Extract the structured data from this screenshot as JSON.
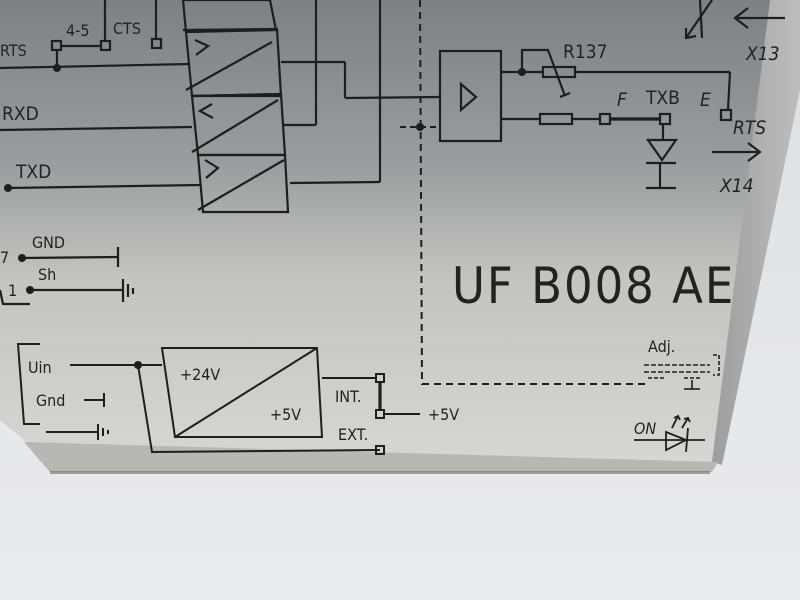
{
  "scene": {
    "description": "Photograph of an industrial interface module front label with printed schematic",
    "colors": {
      "panel_dark": "#8d8f91",
      "panel_light": "#d4d4d2",
      "ink": "#1e1e1e",
      "background": "#e4e5e7"
    }
  },
  "label": {
    "model": "UF B008 AE",
    "signals": {
      "rts_left": "RTS",
      "jumper": "4-5",
      "cts": "CTS",
      "rxd": "RXD",
      "txd": "TXD",
      "gnd": "GND",
      "sh": "Sh",
      "pin7": "7",
      "pin1": "1"
    },
    "right_section": {
      "resistor": "R137",
      "f": "F",
      "txb": "TXB",
      "e": "E",
      "rts": "RTS",
      "x13": "X13",
      "x14": "X14"
    },
    "power": {
      "uin": "Uin",
      "gnd": "Gnd",
      "v24": "+24V",
      "v5": "+5V",
      "int": "INT.",
      "ext": "EXT.",
      "out": "+5V"
    },
    "indicators": {
      "adj": "Adj.",
      "on": "ON"
    }
  }
}
